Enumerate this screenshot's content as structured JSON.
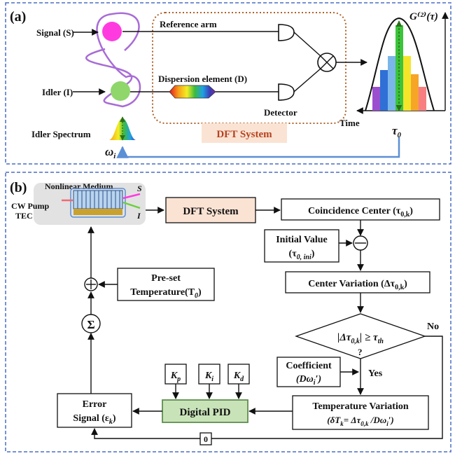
{
  "panel_a": {
    "tag": "(a)",
    "signal_label": "Signal (S)",
    "idler_label": "Idler (I)",
    "reference_arm": "Reference arm",
    "dispersion": "Dispersion element (D)",
    "detector": "Detector",
    "dft_system": "DFT System",
    "idler_spectrum": "Idler Spectrum",
    "omega": "ω",
    "omega_sub": "i",
    "g2": "G⁽²⁾(τ)",
    "time": "Time",
    "tau": "τ",
    "tau_sub": "0"
  },
  "panel_b": {
    "tag": "(b)",
    "nonlinear_medium": "Nonlinear Medium",
    "cw_pump": "CW Pump",
    "tec": "TEC",
    "s": "S",
    "i": "I",
    "dft_system": "DFT System",
    "coincidence_center": "Coincidence Center (τ",
    "coincidence_sub": "0,k",
    "initial_value_1": "Initial Value",
    "initial_value_2": "(τ",
    "initial_value_sub": "0, ini",
    "center_variation": "Center Variation (Δτ",
    "center_sub": "0,k",
    "condition": "|Δτ",
    "condition_sub": "0,k",
    "condition_rest": "| ≥ τ",
    "condition_th": "th",
    "question": "?",
    "no": "No",
    "yes": "Yes",
    "coefficient_1": "Coefficient",
    "coefficient_2": "(Dω",
    "coefficient_sub": "i",
    "coefficient_end": "′)",
    "preset_1": "Pre-set",
    "preset_2": "Temperature(T",
    "preset_sub": "0",
    "sum": "Σ",
    "kp": "K",
    "kp_sub": "p",
    "ki": "K",
    "ki_sub": "i",
    "kd": "K",
    "kd_sub": "d",
    "digital_pid": "Digital PID",
    "error_1": "Error",
    "error_2": "Signal (ε",
    "error_sub": "k",
    "temp_var_1": "Temperature Variation",
    "temp_var_2": "(δT",
    "temp_var_sub": "k",
    "temp_var_rest": "= Δτ",
    "temp_var_sub2": "0,k",
    "temp_var_end": " /Dω",
    "temp_var_sub3": "i",
    "temp_var_end2": "′)",
    "zero": "0"
  },
  "colors": {
    "panel_border": "#4a6fc4",
    "dft_box_fill": "#fbe3d4",
    "pid_fill": "#c9e3b9",
    "pid_stroke": "#5f8e4e",
    "signal_dot": "#ff3be0",
    "idler_dot": "#8fd66b",
    "loop_purple": "#a86cd6",
    "dotted_box": "#b0622a",
    "feedback_blue": "#5b8fd6"
  }
}
